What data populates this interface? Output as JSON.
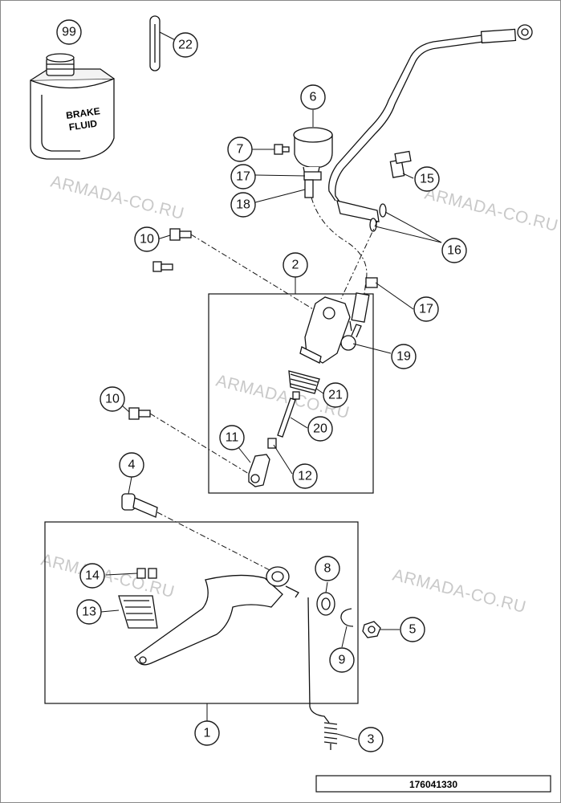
{
  "watermark": "ARMADA-CO.RU",
  "drawing_number": "176041330",
  "fluid_can_label": [
    "BRAKE",
    "FLUID"
  ],
  "callouts": {
    "n99": "99",
    "n22": "22",
    "n6": "6",
    "n7": "7",
    "n17a": "17",
    "n18": "18",
    "n15": "15",
    "n16": "16",
    "n10a": "10",
    "n2": "2",
    "n17b": "17",
    "n19": "19",
    "n21": "21",
    "n20": "20",
    "n10b": "10",
    "n11": "11",
    "n12": "12",
    "n4": "4",
    "n8": "8",
    "n14": "14",
    "n13": "13",
    "n5": "5",
    "n9": "9",
    "n1": "1",
    "n3": "3"
  }
}
